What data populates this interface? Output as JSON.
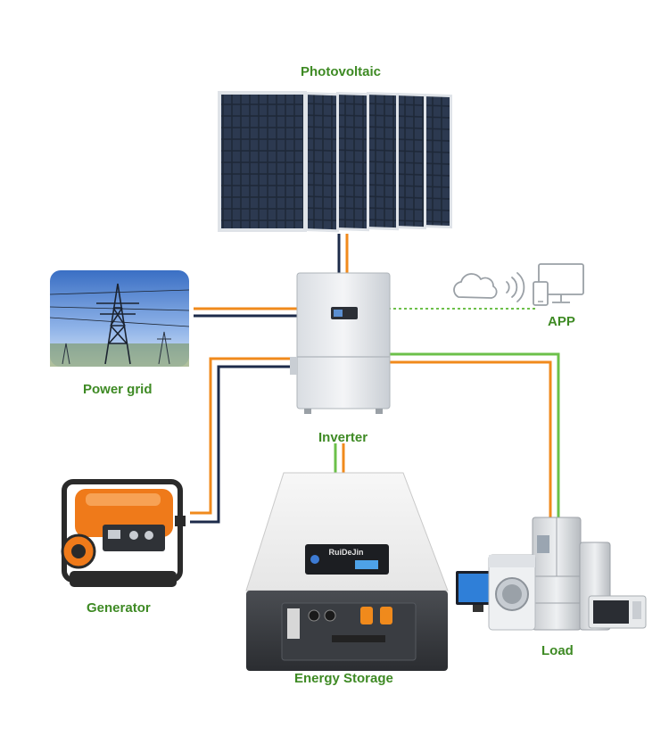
{
  "labels": {
    "photovoltaic": "Photovoltaic",
    "app": "APP",
    "power_grid": "Power grid",
    "inverter": "Inverter",
    "generator": "Generator",
    "energy_storage": "Energy Storage",
    "load": "Load"
  },
  "battery": {
    "brand": "RuiDeJin"
  },
  "colors": {
    "label_green": "#3e8a24",
    "line_orange": "#f08a1c",
    "line_navy": "#1d2b4a",
    "line_green": "#6cc04a"
  }
}
